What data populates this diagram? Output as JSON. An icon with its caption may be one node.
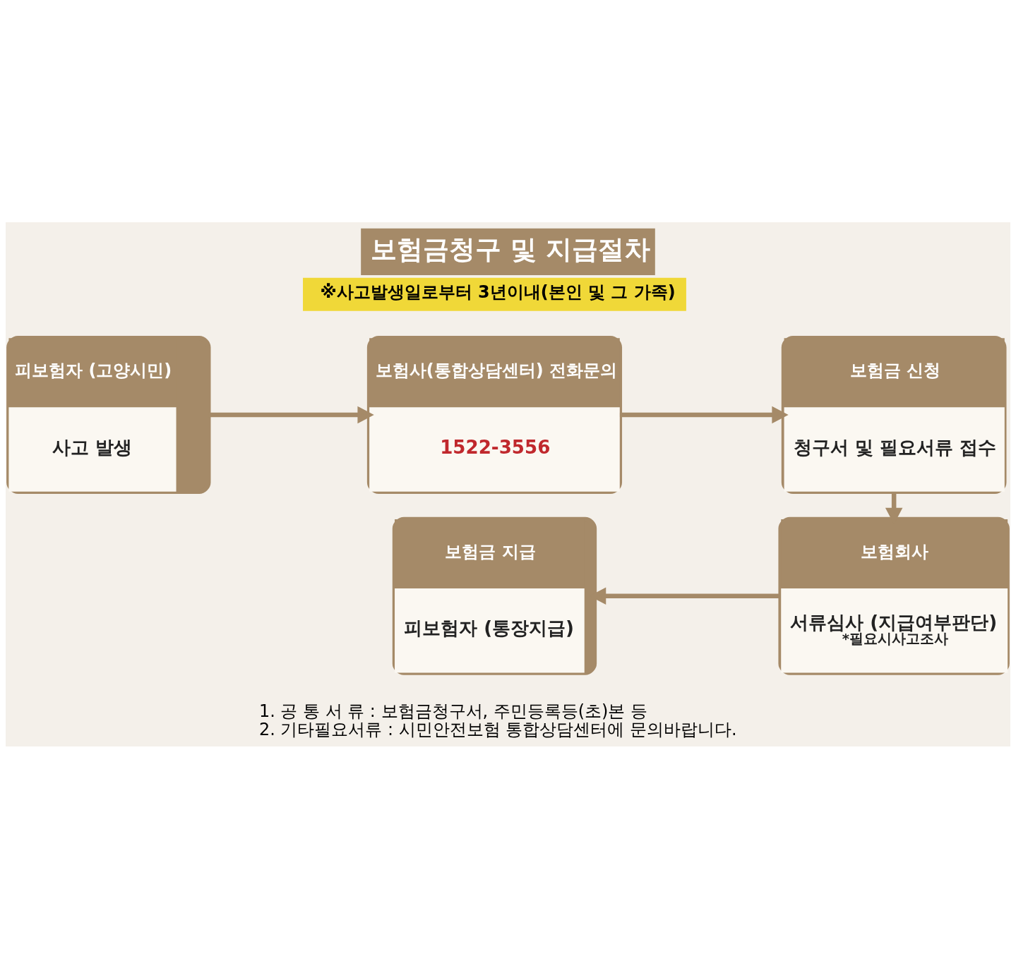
{
  "diagram": {
    "title": "보험금청구 및 지급절차",
    "nodes": [
      {
        "text": [
          "※사고발생일로부터 3년이내(본인 및 그 가족)"
        ]
      },
      {
        "text": [
          "피보험자 (고양시민)",
          "사고 발생"
        ]
      },
      {
        "text": [
          "보험사(통합상담센터) 전화문의",
          "1522-3556"
        ]
      },
      {
        "text": [
          "보험금 신청",
          "청구서 및 필요서류 접수"
        ]
      },
      {
        "text": [
          "보험금 지급",
          "피보험자 (통장지급)"
        ]
      },
      {
        "text": [
          "보험회사",
          "서류심사 (지급여부판단)",
          "*필요시사고조사"
        ]
      }
    ],
    "edges": [
      {
        "from": 1,
        "to": 2,
        "arrow": "to"
      },
      {
        "from": 2,
        "to": 3,
        "arrow": "to"
      },
      {
        "from": 3,
        "to": 5,
        "arrow": "to"
      },
      {
        "from": 5,
        "to": 4,
        "arrow": "to"
      }
    ],
    "labels": [
      "1. 공 통 서 류 : 보험금청구서, 주민등록등(초)본 등",
      "2. 기타필요서류 : 시민안전보험 통합상담센터에 문의바랍니다."
    ]
  }
}
